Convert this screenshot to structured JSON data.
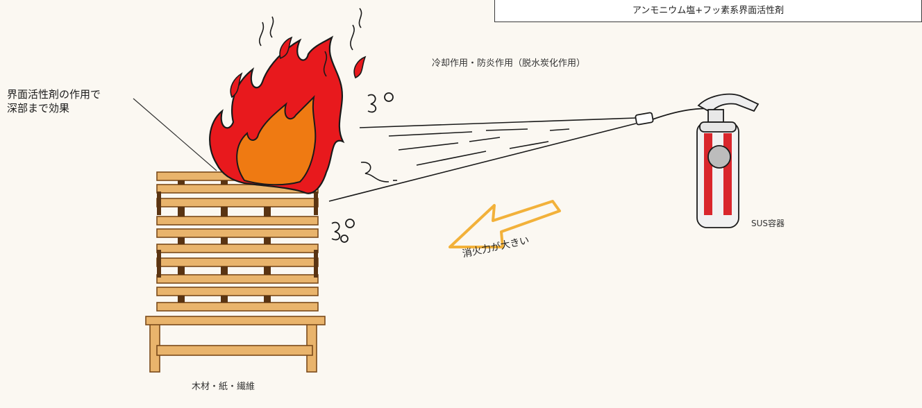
{
  "header": {
    "agent_text": "アンモニウム塩+フッ素系界面活性剤"
  },
  "labels": {
    "surfactant_line1": "界面活性剤の作用で",
    "surfactant_line2": "深部まで効果",
    "cooling": "冷却作用・防炎作用（脱水炭化作用）",
    "container": "SUS容器",
    "extinguishing_power": "消火力が大きい",
    "materials": "木材・紙・繊維"
  },
  "colors": {
    "flame_outer": "#e8191d",
    "flame_inner": "#ef7a12",
    "wood": "#e9b46c",
    "wood_edge": "#7a4a1a",
    "arrow": "#f2b13a",
    "cylinder_red": "#d9262c",
    "background": "#fbf8f2"
  },
  "icons": [
    "flame-icon",
    "extinguisher-icon",
    "wood-stack-icon",
    "arrow-icon"
  ]
}
